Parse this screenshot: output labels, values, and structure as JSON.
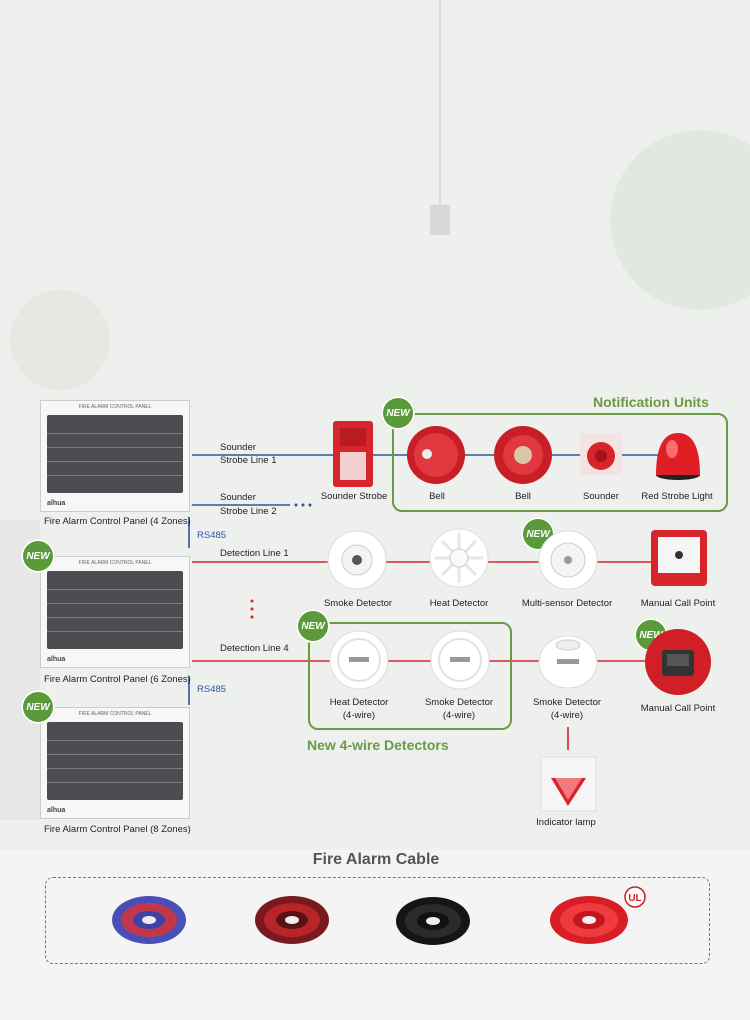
{
  "title_notification": "Notification Units",
  "title_4wire": "New 4-wire Detectors",
  "title_cable": "Fire Alarm Cable",
  "new_badge": "NEW",
  "panels": [
    {
      "label": "Fire Alarm Control Panel (4 Zones)",
      "header": "FIRE ALARM CONTROL PANEL"
    },
    {
      "label": "Fire Alarm Control Panel (6 Zones)",
      "header": "FIRE ALARM CONTROL PANEL"
    },
    {
      "label": "Fire Alarm Control Panel (8 Zones)",
      "header": "FIRE ALARM CONTROL PANEL"
    }
  ],
  "panel_logo": "alhua",
  "rs485": "RS485",
  "lines": {
    "sounder1": "Sounder",
    "sounder1b": "Strobe Line 1",
    "sounder2": "Sounder",
    "sounder2b": "Strobe Line 2",
    "det1": "Detection Line 1",
    "det4": "Detection Line 4"
  },
  "devices": {
    "sounder_strobe": "Sounder Strobe",
    "bell1": "Bell",
    "bell2": "Bell",
    "sounder": "Sounder",
    "red_strobe": "Red Strobe Light",
    "smoke1": "Smoke Detector",
    "heat1": "Heat Detector",
    "multi": "Multi-sensor Detector",
    "mcp1": "Manual Call Point",
    "heat4a": "Heat Detector",
    "heat4b": "(4-wire)",
    "smoke4a": "Smoke Detector",
    "smoke4b": "(4-wire)",
    "smoke5a": "Smoke Detector",
    "smoke5b": "(4-wire)",
    "mcp2": "Manual Call Point",
    "lamp": "Indicator lamp"
  },
  "colors": {
    "red": "#d8242b",
    "blue": "#2b55a3",
    "green": "#6b9a44"
  }
}
